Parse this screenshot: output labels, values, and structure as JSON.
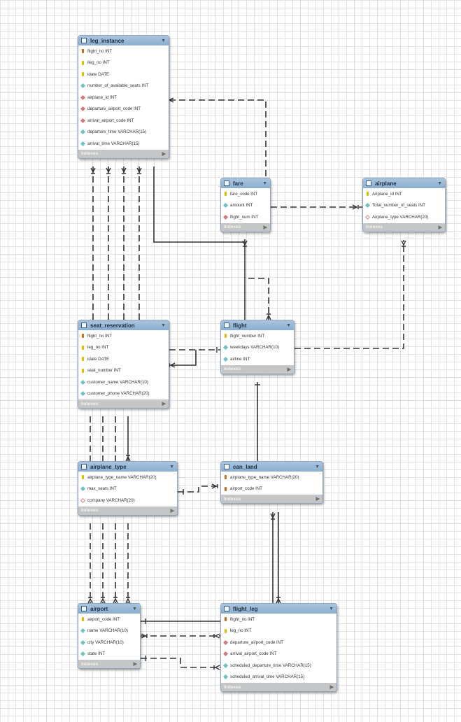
{
  "tables": [
    {
      "id": "leg_instance",
      "title": "leg_instance",
      "footer": "Indexes",
      "columns": [
        {
          "name": "flight_no INT",
          "icon": "primary-key-icon"
        },
        {
          "name": "ileg_no INT",
          "icon": "key-icon"
        },
        {
          "name": "idate DATE",
          "icon": "key-icon"
        },
        {
          "name": "number_of_available_seats INT",
          "icon": "column-icon"
        },
        {
          "name": "airplane_id INT",
          "icon": "foreign-key-icon"
        },
        {
          "name": "departure_airport_code INT",
          "icon": "foreign-key-icon"
        },
        {
          "name": "arrival_airport_code INT",
          "icon": "foreign-key-icon"
        },
        {
          "name": "departure_time VARCHAR(15)",
          "icon": "column-icon"
        },
        {
          "name": "arrival_time VARCHAR(15)",
          "icon": "column-icon"
        }
      ]
    },
    {
      "id": "fare",
      "title": "fare",
      "footer": "Indexes",
      "columns": [
        {
          "name": "fare_code INT",
          "icon": "key-icon"
        },
        {
          "name": "amount INT",
          "icon": "column-icon"
        },
        {
          "name": "flight_num INT",
          "icon": "foreign-key-icon"
        }
      ]
    },
    {
      "id": "airplane",
      "title": "airplane",
      "footer": "Indexes",
      "columns": [
        {
          "name": "Airplane_id INT",
          "icon": "key-icon"
        },
        {
          "name": "Total_number_of_seats INT",
          "icon": "column-icon"
        },
        {
          "name": "Airplane_type VARCHAR(20)",
          "icon": "nullable-column-icon"
        }
      ]
    },
    {
      "id": "seat_reservation",
      "title": "seat_reservation",
      "footer": "Indexes",
      "columns": [
        {
          "name": "flight_no INT",
          "icon": "primary-key-icon"
        },
        {
          "name": "leg_no INT",
          "icon": "key-icon"
        },
        {
          "name": "idate DATE",
          "icon": "key-icon"
        },
        {
          "name": "seat_number INT",
          "icon": "key-icon"
        },
        {
          "name": "customer_name VARCHAR(10)",
          "icon": "column-icon"
        },
        {
          "name": "customer_phone VARCHAR(20)",
          "icon": "column-icon"
        }
      ]
    },
    {
      "id": "flight",
      "title": "flight",
      "footer": "Indexes",
      "columns": [
        {
          "name": "flight_number INT",
          "icon": "key-icon"
        },
        {
          "name": "weekdays VARCHAR(10)",
          "icon": "column-icon"
        },
        {
          "name": "airline INT",
          "icon": "column-icon"
        }
      ]
    },
    {
      "id": "airplane_type",
      "title": "airplane_type",
      "footer": "Indexes",
      "columns": [
        {
          "name": "airplane_type_name VARCHAR(20)",
          "icon": "key-icon"
        },
        {
          "name": "max_seats INT",
          "icon": "column-icon"
        },
        {
          "name": "company VARCHAR(20)",
          "icon": "nullable-column-icon"
        }
      ]
    },
    {
      "id": "can_land",
      "title": "can_land",
      "footer": "Indexes",
      "columns": [
        {
          "name": "airplane_type_name VARCHAR(20)",
          "icon": "primary-key-icon"
        },
        {
          "name": "airport_code INT",
          "icon": "primary-key-icon"
        }
      ]
    },
    {
      "id": "airport",
      "title": "airport",
      "footer": "Indexes",
      "columns": [
        {
          "name": "airport_code INT",
          "icon": "key-icon"
        },
        {
          "name": "name VARCHAR(10)",
          "icon": "column-icon"
        },
        {
          "name": "city VARCHAR(10)",
          "icon": "column-icon"
        },
        {
          "name": "state INT",
          "icon": "column-icon"
        }
      ]
    },
    {
      "id": "flight_leg",
      "title": "flight_leg",
      "footer": "Indexes",
      "columns": [
        {
          "name": "flight_no INT",
          "icon": "primary-key-icon"
        },
        {
          "name": "leg_no INT",
          "icon": "key-icon"
        },
        {
          "name": "departure_airport_code INT",
          "icon": "foreign-key-icon"
        },
        {
          "name": "arrival_airport_code INT",
          "icon": "foreign-key-icon"
        },
        {
          "name": "scheduled_departure_time VARCHAR(15)",
          "icon": "column-icon"
        },
        {
          "name": "scheduled_arrival_time VARCHAR(15)",
          "icon": "column-icon"
        }
      ]
    }
  ],
  "colors": {
    "header": "#8aaecf",
    "primary_key": "#c46e1e",
    "key": "#e6b800",
    "foreign_key": "#d37a7a",
    "column": "#6fc2c8",
    "line": "#333333"
  }
}
